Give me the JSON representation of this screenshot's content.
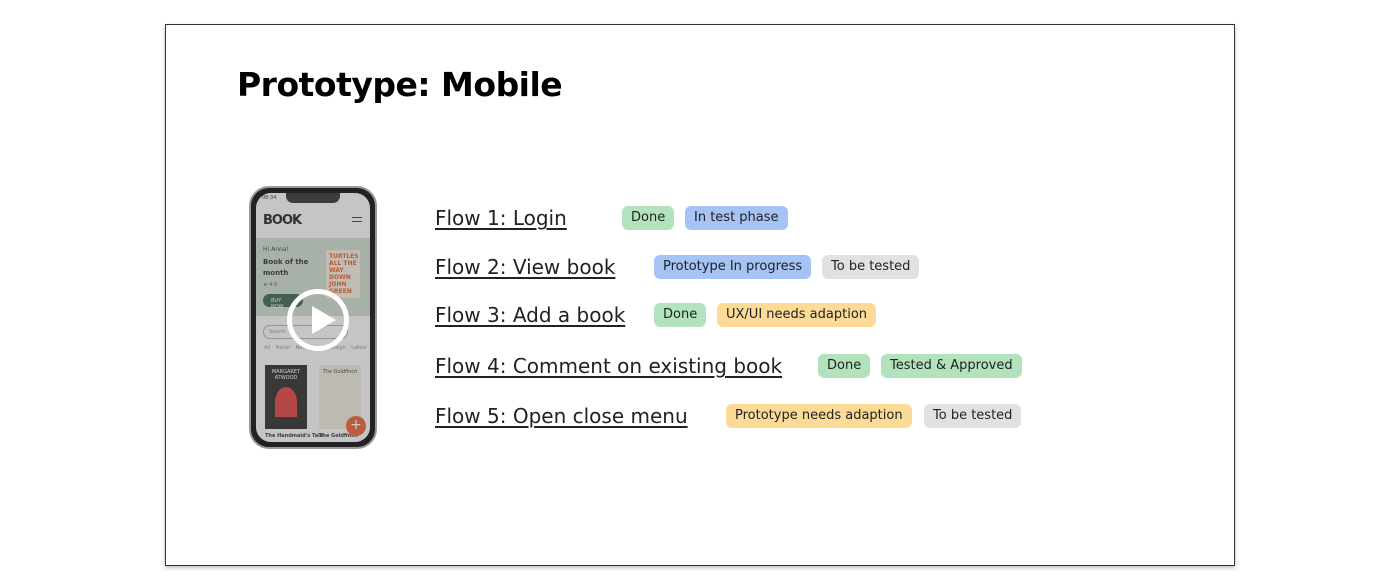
{
  "title": "Prototype: Mobile",
  "phone": {
    "time": "08:34",
    "logo": "BOOK",
    "greeting": "Hi Anna!",
    "book_of_month": "Book of the month",
    "rating": "4.9",
    "buy": "BUY NOW",
    "search": "Search",
    "categories": "All Novel Non-fiction Design Latest",
    "book1_author": "MARGARET ATWOOD",
    "book1_title": "The Handmaid's Tale",
    "book2_author": "The Goldfinch",
    "book2_title": "The Goldfinch",
    "play_icon": "play-icon",
    "fab": "+"
  },
  "colors": {
    "done": "#b2e3bc",
    "progress": "#a6c3f5",
    "pending": "#e1e1e1",
    "adapt": "#fcdb96"
  },
  "flows": [
    {
      "label": "Flow 1: Login",
      "badges": [
        {
          "text": "Done",
          "color": "green"
        },
        {
          "text": "In test phase",
          "color": "blue"
        }
      ]
    },
    {
      "label": "Flow 2: View book",
      "badges": [
        {
          "text": "Prototype In progress",
          "color": "blue"
        },
        {
          "text": "To be tested",
          "color": "gray"
        }
      ]
    },
    {
      "label": "Flow 3: Add a book",
      "badges": [
        {
          "text": "Done",
          "color": "green"
        },
        {
          "text": "UX/UI needs adaption",
          "color": "yellow"
        }
      ]
    },
    {
      "label": "Flow 4: Comment on existing book",
      "badges": [
        {
          "text": "Done",
          "color": "green"
        },
        {
          "text": "Tested & Approved",
          "color": "green"
        }
      ]
    },
    {
      "label": "Flow 5: Open close menu",
      "badges": [
        {
          "text": "Prototype needs adaption",
          "color": "yellow"
        },
        {
          "text": "To be tested",
          "color": "gray"
        }
      ]
    }
  ]
}
